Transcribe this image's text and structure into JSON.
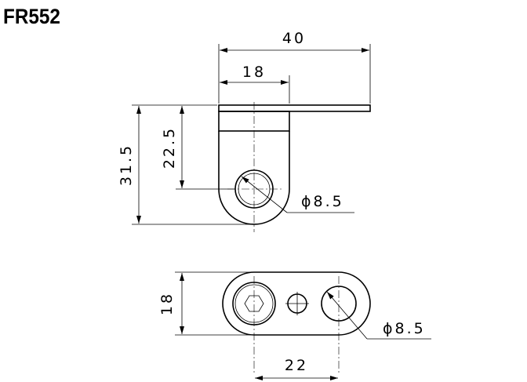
{
  "title": "FR552",
  "side_view": {
    "width_overall": "40",
    "width_body": "18",
    "height_overall": "31.5",
    "height_to_hole": "22.5",
    "hole_diameter": "ϕ8.5"
  },
  "top_view": {
    "width": "18",
    "hole_spacing": "22",
    "hole_diameter": "ϕ8.5"
  }
}
